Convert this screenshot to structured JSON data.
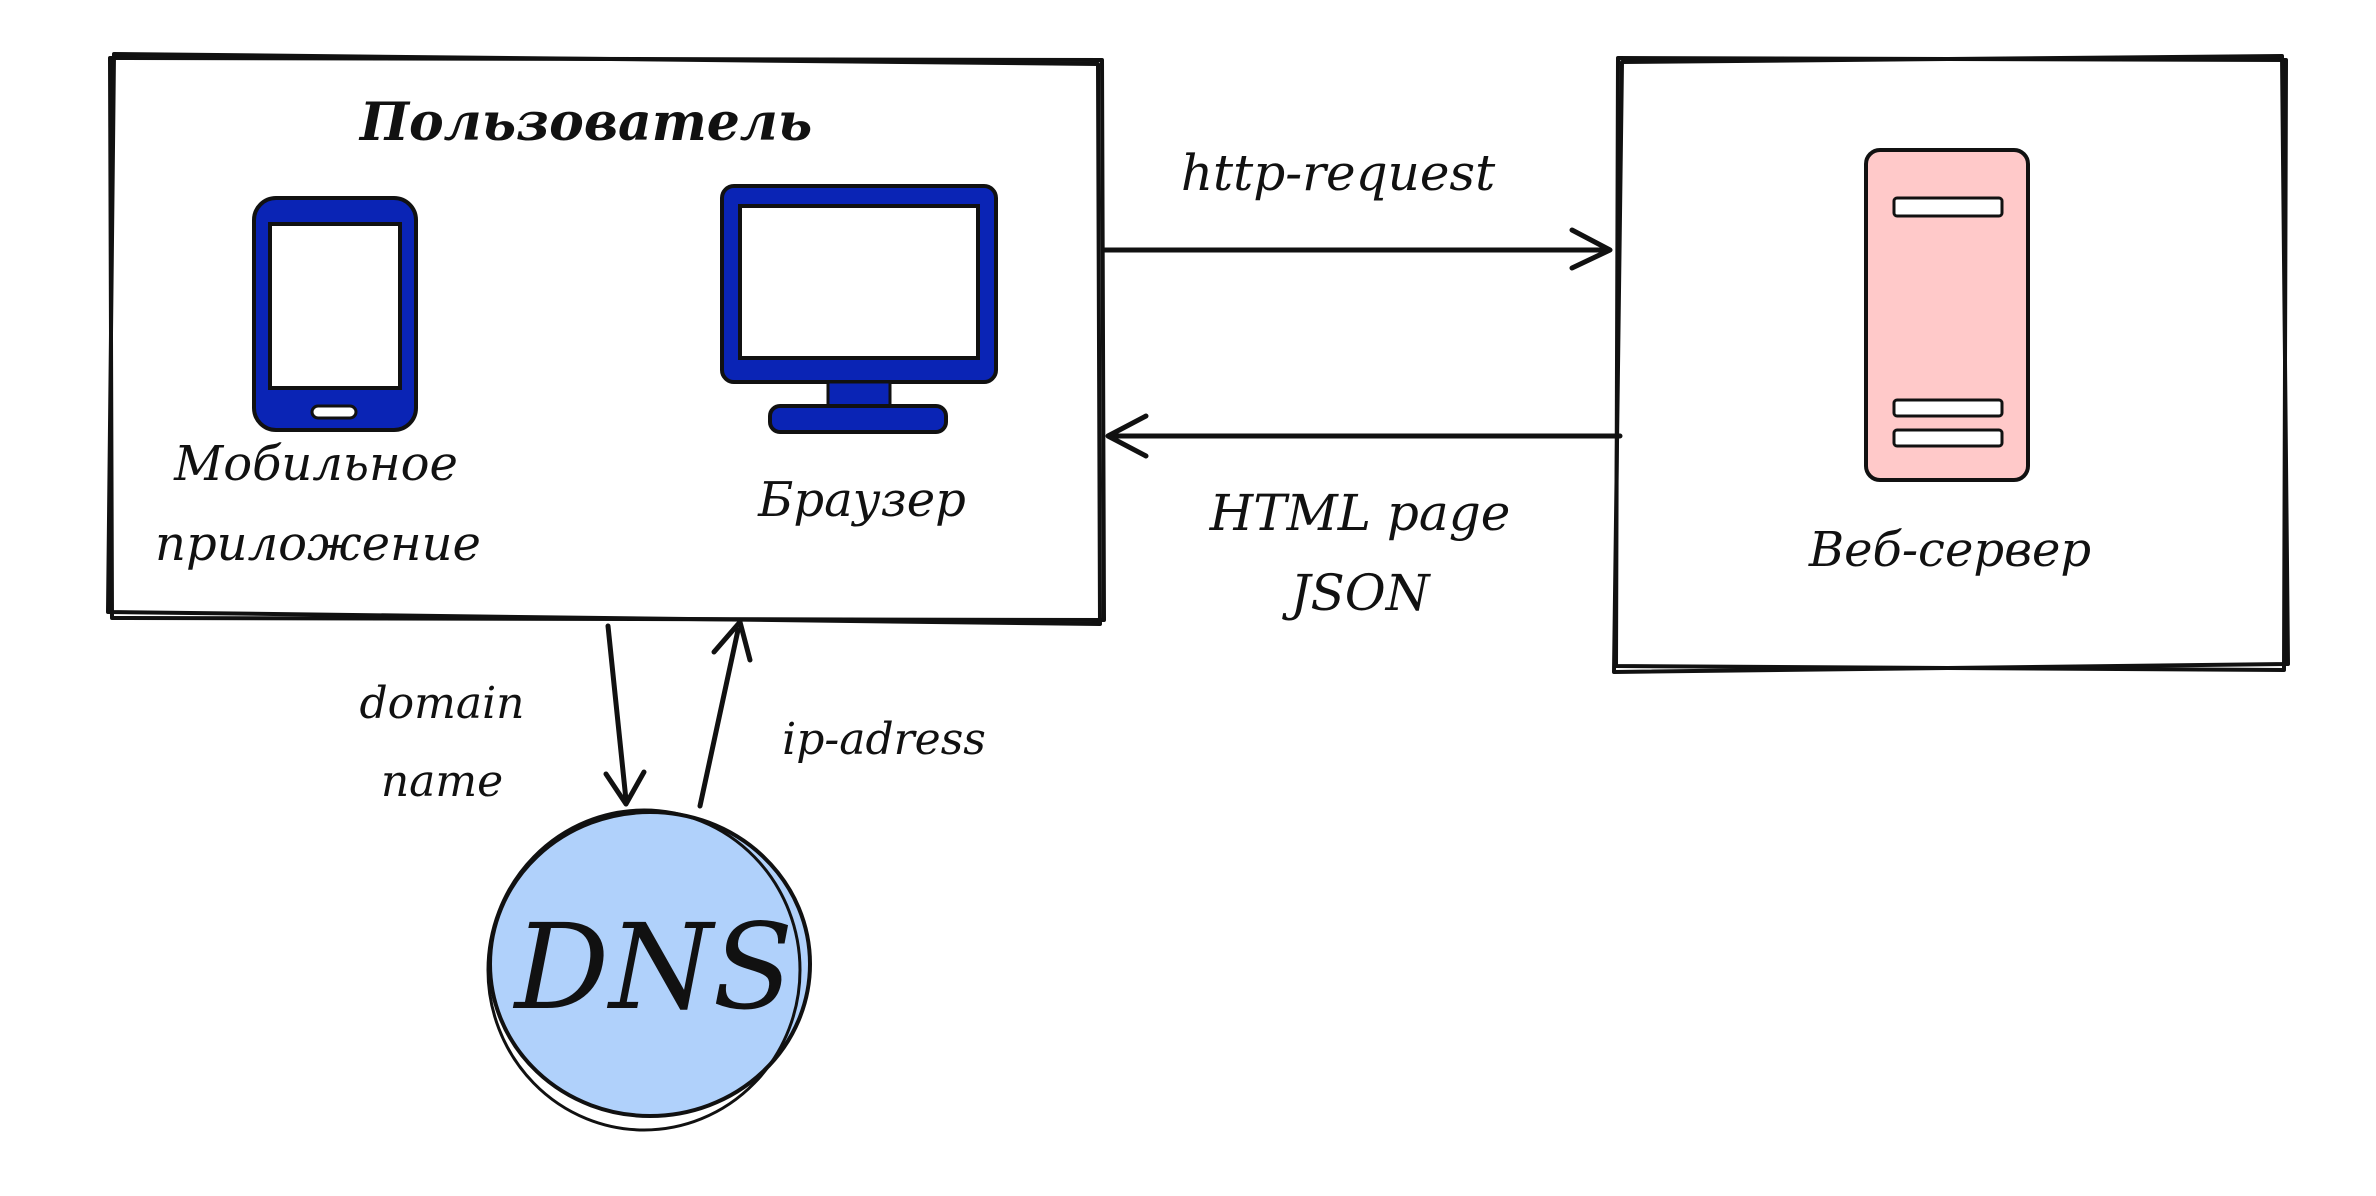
{
  "user_box": {
    "title": "Пользователь",
    "mobile_label_line1": "Мобильное",
    "mobile_label_line2": "приложение",
    "browser_label": "Браузер"
  },
  "server_box": {
    "label": "Веб-сервер"
  },
  "edges": {
    "request_label": "http-request",
    "response_label_line1": "HTML page",
    "response_label_line2": "JSON",
    "domain_label_line1": "domain",
    "domain_label_line2": "name",
    "ip_label": "ip-adress"
  },
  "dns": {
    "label": "DNS"
  },
  "colors": {
    "device_blue": "#0a24b5",
    "server_pink": "#ffc9c9",
    "dns_blue": "#b0d1fb",
    "ink": "#111111"
  }
}
